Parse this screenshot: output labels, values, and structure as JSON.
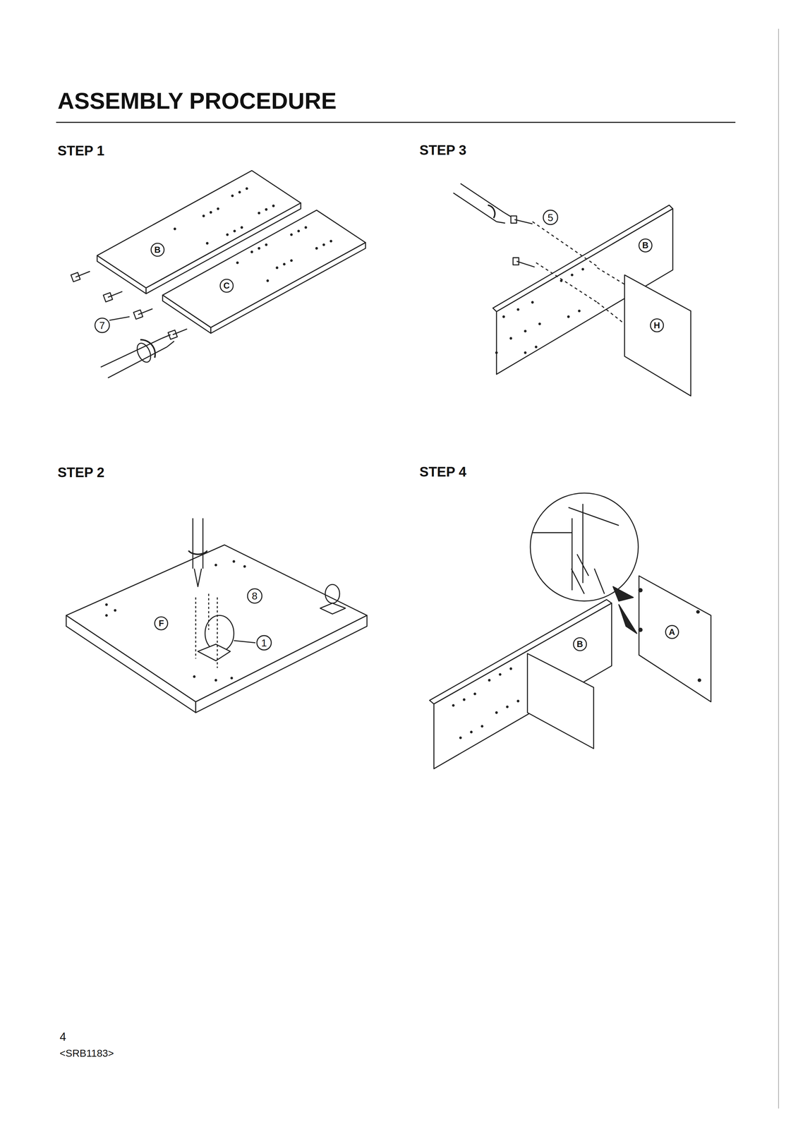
{
  "diagram": {
    "title": "ASSEMBLY PROCEDURE",
    "labels": [
      "STEP 1",
      "STEP 3",
      "B",
      "C",
      "7",
      "5",
      "B",
      "H",
      "STEP 2",
      "STEP 4",
      "F",
      "8",
      "1",
      "B",
      "A",
      "4",
      "<SRB1183>"
    ]
  }
}
